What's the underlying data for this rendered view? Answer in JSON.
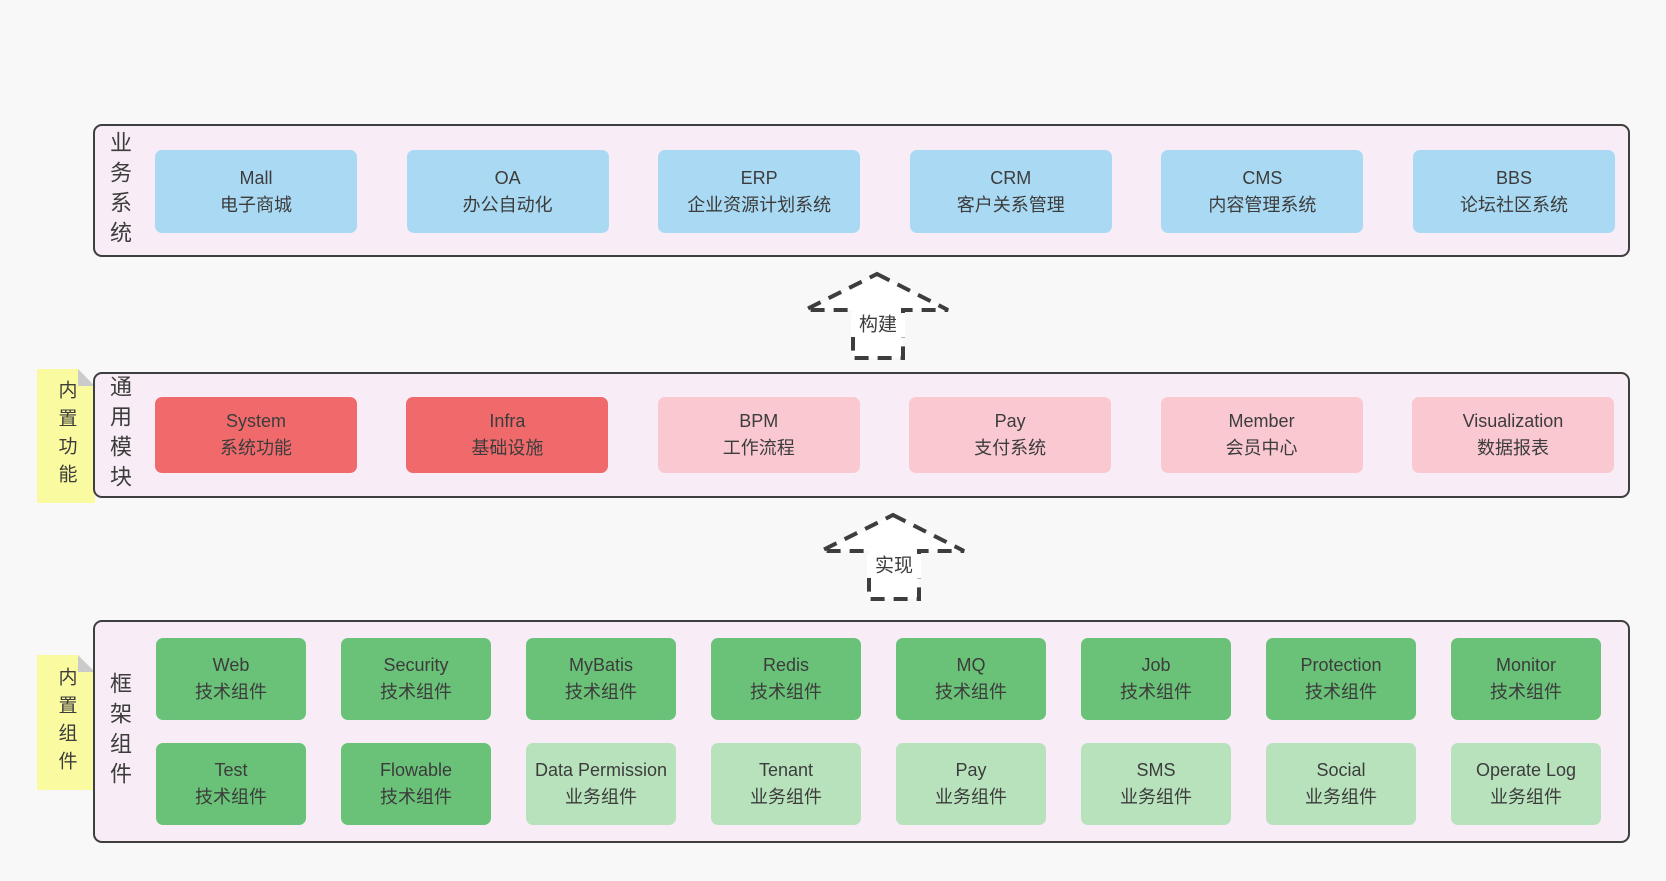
{
  "palette": {
    "page_bg": "#f8f8f8",
    "container_bg": "#f8edf6",
    "container_border": "#3f3f3f",
    "blue_box": "#aadaf3",
    "red_box": "#f06a6c",
    "pink_box": "#f9c8d1",
    "green_box": "#69c277",
    "light_green_box": "#b8e2bb",
    "note_yellow": "#fafaa0",
    "note_fold_gray": "#cbcbcb",
    "text": "#3c3c3c"
  },
  "arrows": [
    {
      "label": "构建"
    },
    {
      "label": "实现"
    }
  ],
  "notes": [
    {
      "label": "内置功能"
    },
    {
      "label": "内置组件"
    }
  ],
  "layers": [
    {
      "label": "业务系统",
      "boxes": [
        {
          "name": "Mall",
          "desc": "电子商城"
        },
        {
          "name": "OA",
          "desc": "办公自动化"
        },
        {
          "name": "ERP",
          "desc": "企业资源计划系统"
        },
        {
          "name": "CRM",
          "desc": "客户关系管理"
        },
        {
          "name": "CMS",
          "desc": "内容管理系统"
        },
        {
          "name": "BBS",
          "desc": "论坛社区系统"
        }
      ]
    },
    {
      "label": "通用模块",
      "boxes": [
        {
          "name": "System",
          "desc": "系统功能"
        },
        {
          "name": "Infra",
          "desc": "基础设施"
        },
        {
          "name": "BPM",
          "desc": "工作流程"
        },
        {
          "name": "Pay",
          "desc": "支付系统"
        },
        {
          "name": "Member",
          "desc": "会员中心"
        },
        {
          "name": "Visualization",
          "desc": "数据报表"
        }
      ]
    },
    {
      "label": "框架组件",
      "rows": [
        [
          {
            "name": "Web",
            "desc": "技术组件"
          },
          {
            "name": "Security",
            "desc": "技术组件"
          },
          {
            "name": "MyBatis",
            "desc": "技术组件"
          },
          {
            "name": "Redis",
            "desc": "技术组件"
          },
          {
            "name": "MQ",
            "desc": "技术组件"
          },
          {
            "name": "Job",
            "desc": "技术组件"
          },
          {
            "name": "Protection",
            "desc": "技术组件"
          },
          {
            "name": "Monitor",
            "desc": "技术组件"
          }
        ],
        [
          {
            "name": "Test",
            "desc": "技术组件"
          },
          {
            "name": "Flowable",
            "desc": "技术组件"
          },
          {
            "name": "Data Permission",
            "desc": "业务组件"
          },
          {
            "name": "Tenant",
            "desc": "业务组件"
          },
          {
            "name": "Pay",
            "desc": "业务组件"
          },
          {
            "name": "SMS",
            "desc": "业务组件"
          },
          {
            "name": "Social",
            "desc": "业务组件"
          },
          {
            "name": "Operate Log",
            "desc": "业务组件"
          }
        ]
      ]
    }
  ]
}
